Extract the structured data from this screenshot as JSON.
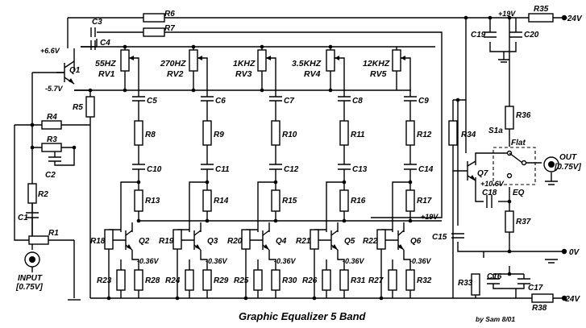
{
  "title": "Graphic Equalizer 5 Band",
  "credit": "by Sam 8/01",
  "rails": {
    "pos": "+24V",
    "neg": "-24V",
    "gnd": "0V",
    "v19": "+19V",
    "v19b": "+19V"
  },
  "q1": {
    "name": "Q1",
    "vc": "+6.6V",
    "ve": "-5.7V"
  },
  "q7": {
    "name": "Q7",
    "ve": "+10.6V"
  },
  "input": {
    "label": "INPUT",
    "level": "[0.75V]"
  },
  "output": {
    "label": "OUT",
    "level": "[0.75V]"
  },
  "switch": {
    "name": "S1a",
    "flat": "Flat",
    "eq": "EQ"
  },
  "band_volt": "-0.36V",
  "bands": [
    {
      "freq": "55HZ",
      "pot": "RV1",
      "cpot": "C5",
      "rs": "R8",
      "cs": "C10",
      "re": "R13",
      "rb": "R18",
      "q": "Q2",
      "rbot": "R23",
      "rebot": "R28"
    },
    {
      "freq": "270HZ",
      "pot": "RV2",
      "cpot": "C6",
      "rs": "R9",
      "cs": "C11",
      "re": "R14",
      "rb": "R19",
      "q": "Q3",
      "rbot": "R24",
      "rebot": "R29"
    },
    {
      "freq": "1KHZ",
      "pot": "RV3",
      "cpot": "C7",
      "rs": "R10",
      "cs": "C12",
      "re": "R15",
      "rb": "R20",
      "q": "Q4",
      "rbot": "R25",
      "rebot": "R30"
    },
    {
      "freq": "3.5KHZ",
      "pot": "RV4",
      "cpot": "C8",
      "rs": "R11",
      "cs": "C13",
      "re": "R16",
      "rb": "R21",
      "q": "Q5",
      "rbot": "R26",
      "rebot": "R31"
    },
    {
      "freq": "12KHZ",
      "pot": "RV5",
      "cpot": "C9",
      "rs": "R12",
      "cs": "C14",
      "re": "R17",
      "rb": "R22",
      "q": "Q6",
      "rbot": "R27",
      "rebot": "R32"
    }
  ],
  "parts": {
    "R1": "R1",
    "R2": "R2",
    "R3": "R3",
    "R4": "R4",
    "R5": "R5",
    "R6": "R6",
    "R7": "R7",
    "R33": "R33",
    "R34": "R34",
    "R35": "R35",
    "R36": "R36",
    "R37": "R37",
    "R38": "R38",
    "C1": "C1",
    "C2": "C2",
    "C3": "C3",
    "C4": "C4",
    "C15": "C15",
    "C16": "C16",
    "C17": "C17",
    "C18": "C18",
    "C19": "C19",
    "C20": "C20"
  }
}
